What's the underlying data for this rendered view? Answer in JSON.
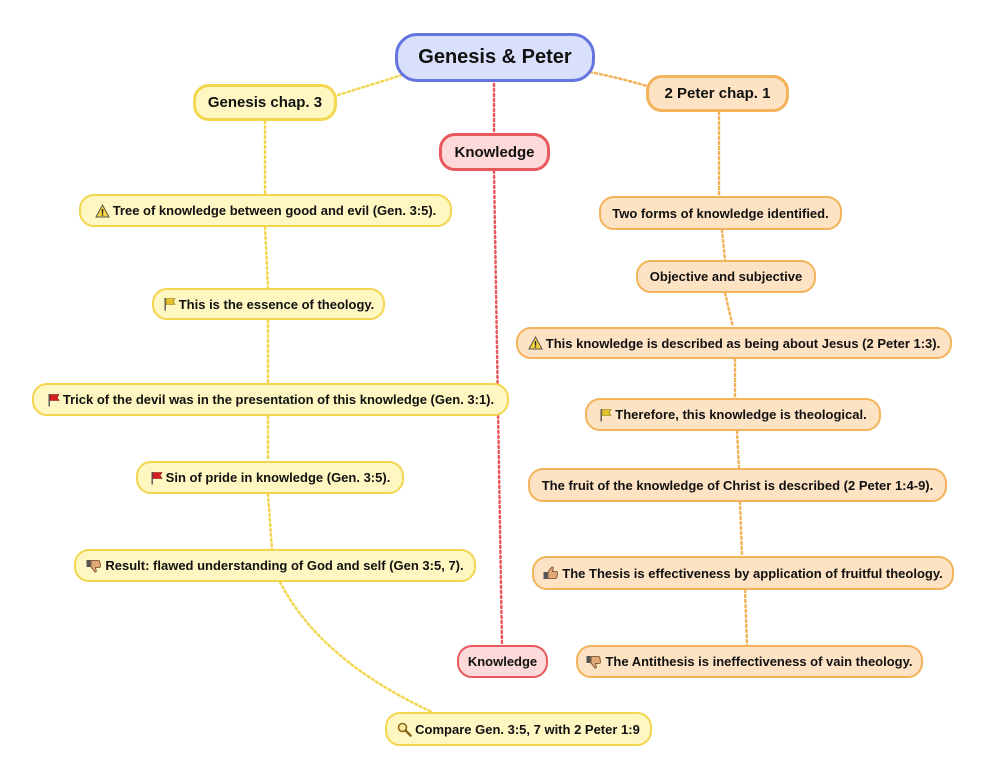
{
  "root": {
    "label": "Genesis & Peter"
  },
  "left": {
    "title": "Genesis chap. 3",
    "items": [
      {
        "icon": "warning-icon",
        "label": "Tree of knowledge between good and evil (Gen. 3:5)."
      },
      {
        "icon": "yellow-flag-icon",
        "label": "This is the essence of theology."
      },
      {
        "icon": "red-flag-icon",
        "label": "Trick of the devil was in the presentation of this knowledge (Gen. 3:1)."
      },
      {
        "icon": "red-flag-icon",
        "label": "Sin of pride in knowledge (Gen. 3:5)."
      },
      {
        "icon": "thumbs-down-icon",
        "label": "Result: flawed understanding of God and self (Gen 3:5, 7)."
      }
    ]
  },
  "center": {
    "title": "Knowledge",
    "bottom": "Knowledge"
  },
  "right": {
    "title": "2 Peter chap. 1",
    "items": [
      {
        "icon": "",
        "label": "Two forms of knowledge identified."
      },
      {
        "icon": "",
        "label": "Objective and subjective"
      },
      {
        "icon": "warning-icon",
        "label": "This knowledge is described as being about Jesus (2 Peter 1:3)."
      },
      {
        "icon": "yellow-flag-icon",
        "label": "Therefore, this knowledge is theological."
      },
      {
        "icon": "",
        "label": "The fruit of the knowledge of Christ is described (2 Peter 1:4-9)."
      },
      {
        "icon": "thumbs-up-icon",
        "label": "The Thesis is effectiveness by application of fruitful theology."
      },
      {
        "icon": "thumbs-down-icon",
        "label": "The Antithesis is ineffectiveness of vain theology."
      }
    ]
  },
  "compare": {
    "icon": "magnifier-icon",
    "label": "Compare Gen. 3:5, 7 with 2 Peter 1:9"
  },
  "colors": {
    "yellow_border": "#f2d64f",
    "yellow_fill": "#fff7c2",
    "orange_border": "#f2b35a",
    "orange_fill": "#fde3c4",
    "red_border": "#e8585c",
    "red_fill": "#fdd9d9",
    "blue_border": "#6475e0",
    "blue_fill": "#d9e0fb"
  }
}
